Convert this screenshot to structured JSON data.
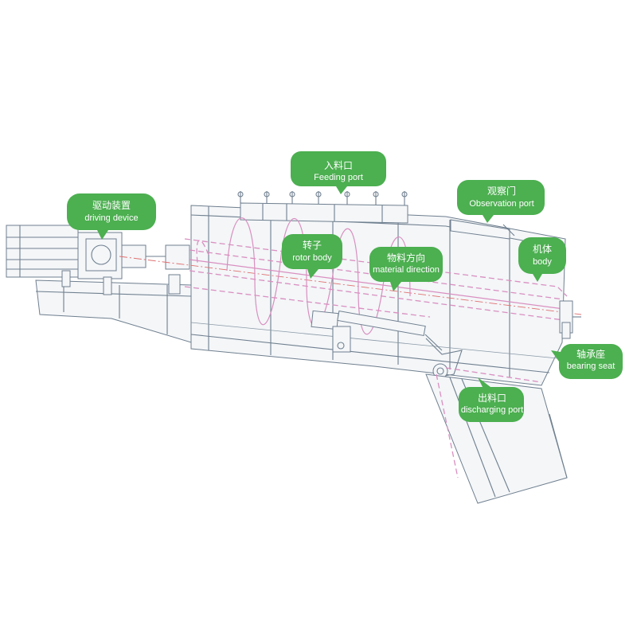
{
  "labels": {
    "feeding_port": {
      "zh": "入料口",
      "en": "Feeding port"
    },
    "driving_device": {
      "zh": "驱动装置",
      "en": "driving device"
    },
    "observation_port": {
      "zh": "观察门",
      "en": "Observation port"
    },
    "rotor_body": {
      "zh": "转子",
      "en": "rotor body"
    },
    "material_direction": {
      "zh": "物料方向",
      "en": "material direction"
    },
    "body": {
      "zh": "机体",
      "en": "body"
    },
    "bearing_seat": {
      "zh": "轴承座",
      "en": "bearing seat"
    },
    "discharging_port": {
      "zh": "出料口",
      "en": "discharging port"
    }
  },
  "colors": {
    "callout": "#4caf50",
    "line": "#6f7f8f",
    "rotor": "#d98fc0"
  }
}
